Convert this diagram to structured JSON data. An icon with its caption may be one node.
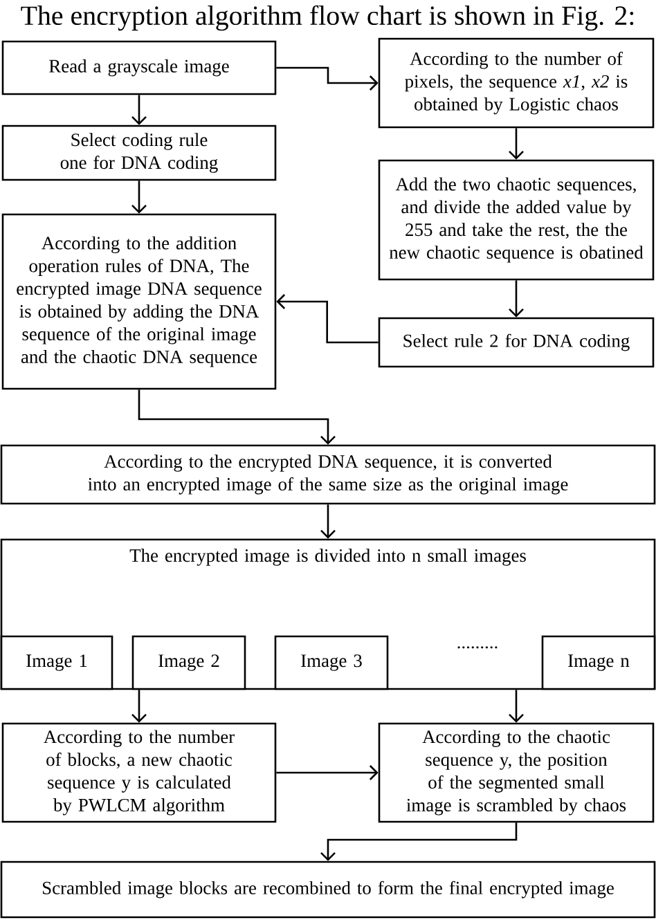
{
  "diagram": {
    "title": "The encryption algorithm flow chart is shown in Fig. 2:",
    "nodes": [
      {
        "text": [
          "Read a grayscale image"
        ]
      },
      {
        "text": [
          "According to the number of pixels, the sequence *x1*, *x2* is obtained by Logistic chaos"
        ]
      },
      {
        "text": [
          "Select coding rule one for DNA coding"
        ]
      },
      {
        "text": [
          "Add the two chaotic sequences, and divide the added value by 255 and take the rest, the the new chaotic sequence is obatined"
        ]
      },
      {
        "text": [
          "According to the addition operation rules of DNA, The encrypted image DNA sequence is obtained by adding the DNA sequence of the original image and the chaotic DNA sequence"
        ]
      },
      {
        "text": [
          "Select rule 2 for DNA coding"
        ]
      },
      {
        "text": [
          "According to the encrypted DNA sequence, it is converted into an encrypted image of the same size as the original image"
        ]
      },
      {
        "text": [
          "The encrypted image is divided into n small images"
        ]
      },
      {
        "text": [
          "Image 1"
        ],
        "in": 7
      },
      {
        "text": [
          "Image 2"
        ],
        "in": 7
      },
      {
        "text": [
          "Image 3"
        ],
        "in": 7
      },
      {
        "text": [
          "Image n"
        ],
        "in": 7
      },
      {
        "text": [
          "According to the number of blocks, a new chaotic sequence y is calculated by PWLCM algorithm"
        ]
      },
      {
        "text": [
          "According to the chaotic sequence y, the position of the segmented small image is scrambled by chaos"
        ]
      },
      {
        "text": [
          "Scrambled image blocks are recombined to form the final encrypted image"
        ]
      }
    ],
    "edges": [
      {
        "from": 0,
        "to": 1,
        "arrow": "to"
      },
      {
        "from": 0,
        "to": 2,
        "arrow": "to"
      },
      {
        "from": 2,
        "to": 4,
        "arrow": "to"
      },
      {
        "from": 1,
        "to": 3,
        "arrow": "to"
      },
      {
        "from": 3,
        "to": 5,
        "arrow": "to"
      },
      {
        "from": 5,
        "to": 4,
        "arrow": "to"
      },
      {
        "from": 4,
        "to": 6,
        "arrow": "to"
      },
      {
        "from": 6,
        "to": 7,
        "arrow": "to"
      },
      {
        "from": 7,
        "to": 12,
        "arrow": "to"
      },
      {
        "from": 7,
        "to": 13,
        "arrow": "to"
      },
      {
        "from": 12,
        "to": 13,
        "arrow": "to"
      },
      {
        "from": 13,
        "to": 14,
        "arrow": "to"
      }
    ],
    "labels": [
      "........."
    ]
  }
}
